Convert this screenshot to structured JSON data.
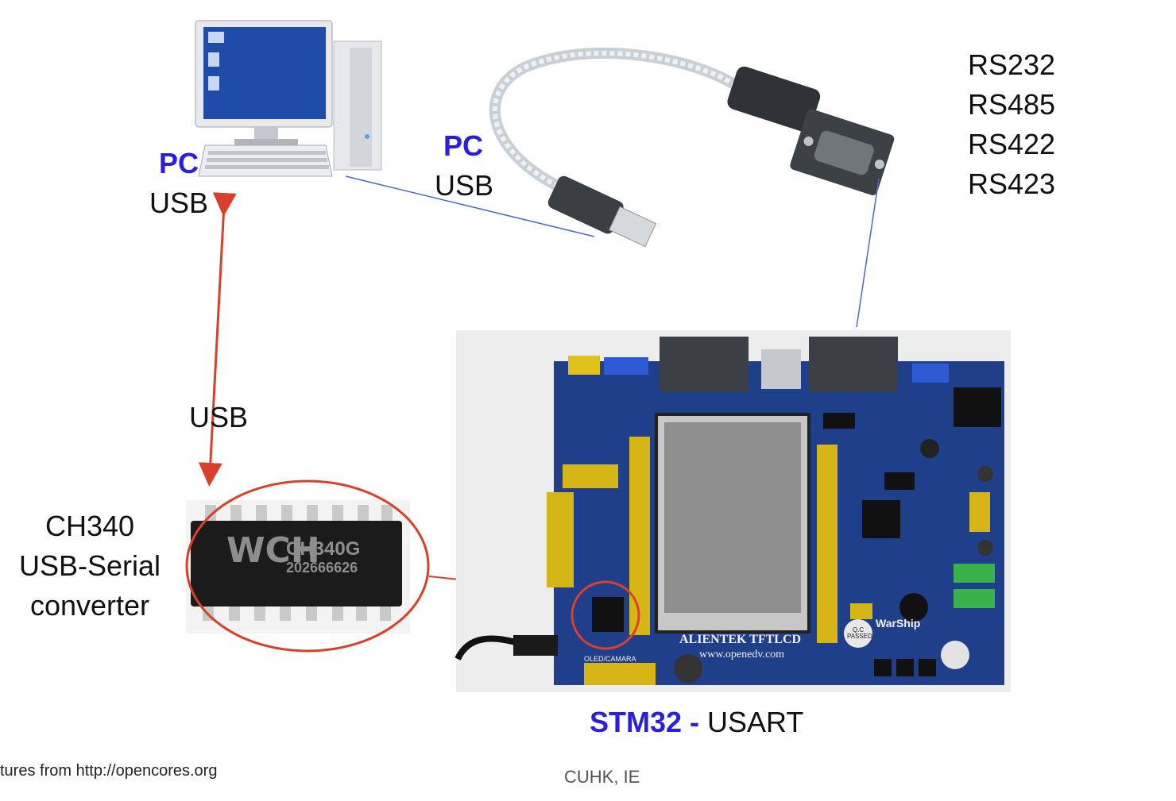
{
  "pc_left": {
    "title": "PC",
    "subtitle": "USB"
  },
  "pc_cable": {
    "title": "PC",
    "subtitle": "USB"
  },
  "rs_standards": [
    "RS232",
    "RS485",
    "RS422",
    "RS423"
  ],
  "usb_link_label": "USB",
  "ch340": {
    "line1": "CH340",
    "line2": "USB-Serial",
    "line3": "converter"
  },
  "chip_marking": {
    "brand": "WCH",
    "part": "CH340G",
    "code": "202666626"
  },
  "board": {
    "title_bold": "STM32 -",
    "title_rest": " USART",
    "silkscreen": "ALIENTEK TFTLCD",
    "url": "www.openedv.com",
    "brand": "WarShip",
    "qc": "Q.C PASSED",
    "oled": "OLED/CAMARA"
  },
  "footer_left": "tures from http://opencores.org",
  "footer_center": "CUHK, IE",
  "colors": {
    "accent_blue": "#2a1fe0",
    "red": "#d8402a",
    "connector_line": "#4a6bc4",
    "pcb": "#1f3f8a"
  }
}
